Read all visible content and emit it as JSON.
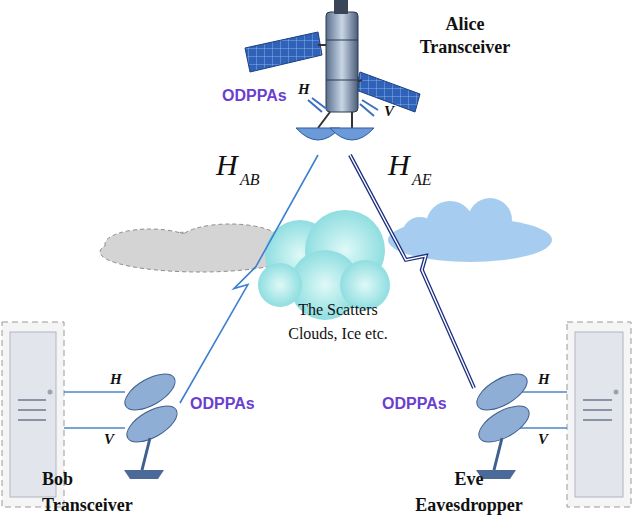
{
  "diagram": {
    "nodes": [
      {
        "text": [
          "Alice Transceiver"
        ]
      },
      {
        "text": [
          "The Scatters Clouds, Ice etc."
        ]
      },
      {
        "text": [
          "Bob Transceiver"
        ]
      },
      {
        "text": [
          "Eve Eavesdropper"
        ]
      }
    ],
    "edges": [
      {
        "from": 0,
        "to": 2,
        "arrow": "none"
      },
      {
        "from": 0,
        "to": 3,
        "arrow": "none"
      }
    ],
    "labels": [
      "ODPPAs",
      "H",
      "V",
      "H",
      "AB",
      "H",
      "AE",
      "ODPPAs",
      "H",
      "V",
      "ODPPAs",
      "H",
      "V"
    ]
  }
}
